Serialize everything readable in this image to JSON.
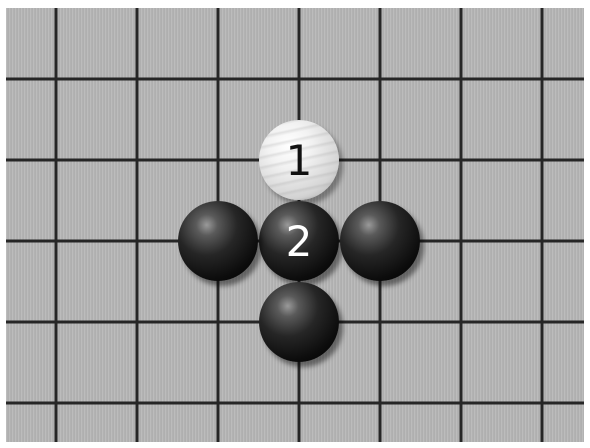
{
  "board": {
    "background_color": "#b4b4b4",
    "line_color": "#262626"
  },
  "stones": [
    {
      "id": "white-1",
      "color": "white",
      "move_number": "1"
    },
    {
      "id": "black-2",
      "color": "black",
      "move_number": "2"
    },
    {
      "id": "black-left",
      "color": "black",
      "move_number": ""
    },
    {
      "id": "black-right",
      "color": "black",
      "move_number": ""
    },
    {
      "id": "black-bottom",
      "color": "black",
      "move_number": ""
    }
  ]
}
